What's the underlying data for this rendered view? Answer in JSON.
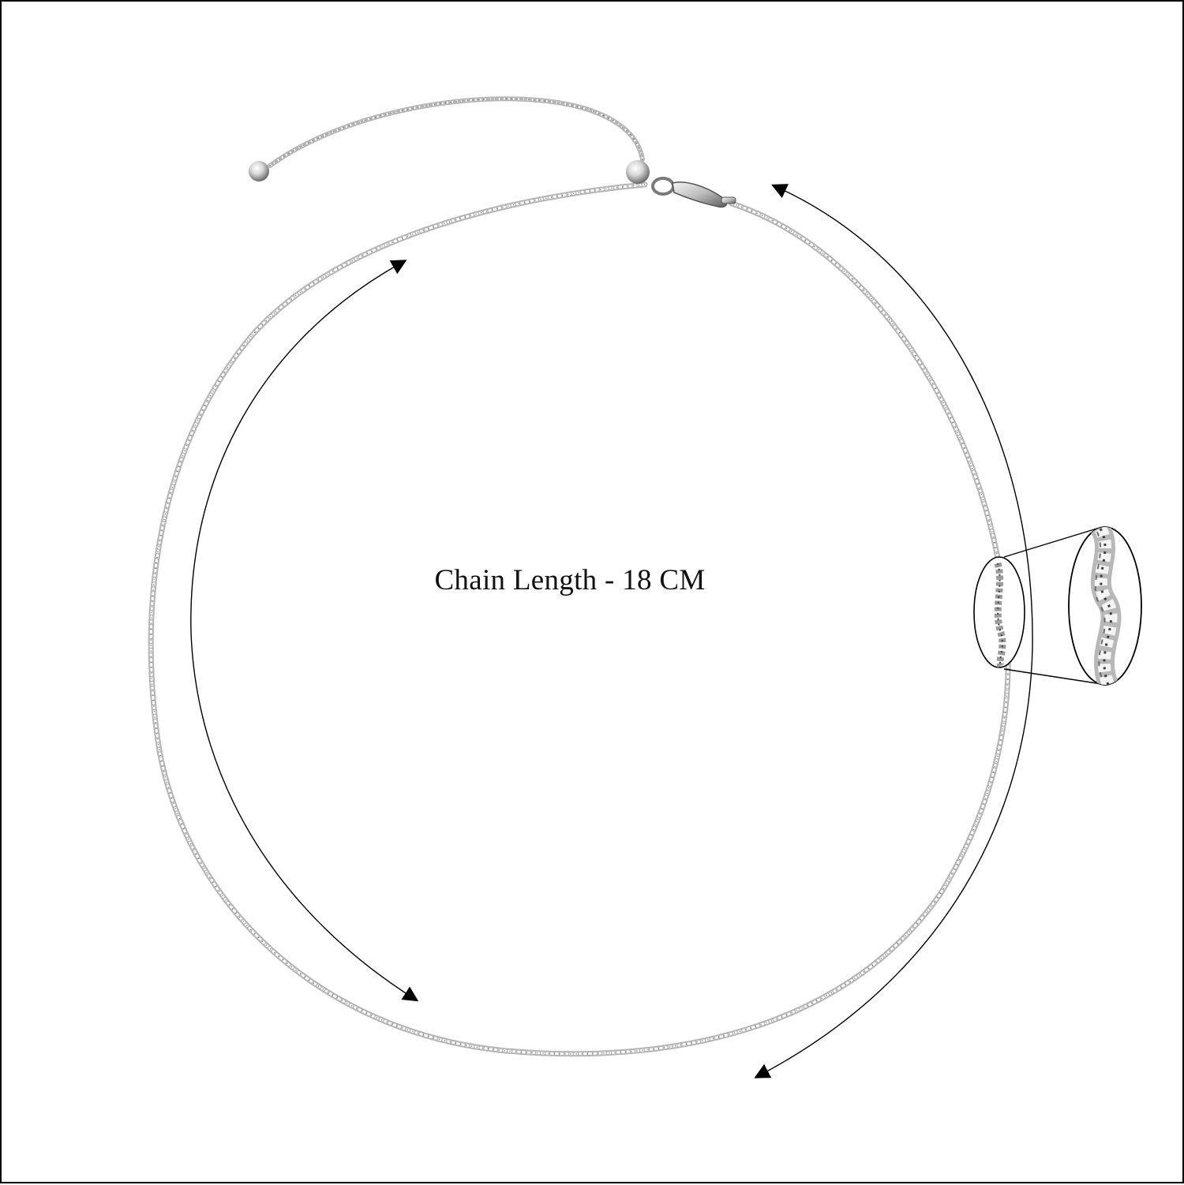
{
  "product": {
    "caption": "Chain Length - 18 CM"
  },
  "colors": {
    "frame": "#000000",
    "chain_light": "#d6d6d6",
    "chain_dark": "#6e6e6e",
    "arrow": "#000000",
    "metal": "#c9c9c9"
  },
  "icons": {
    "chain": "sparkle-chain",
    "clasp": "lobster-clasp",
    "slider_bead": "silver-bead",
    "magnifier": "zoom-detail"
  }
}
